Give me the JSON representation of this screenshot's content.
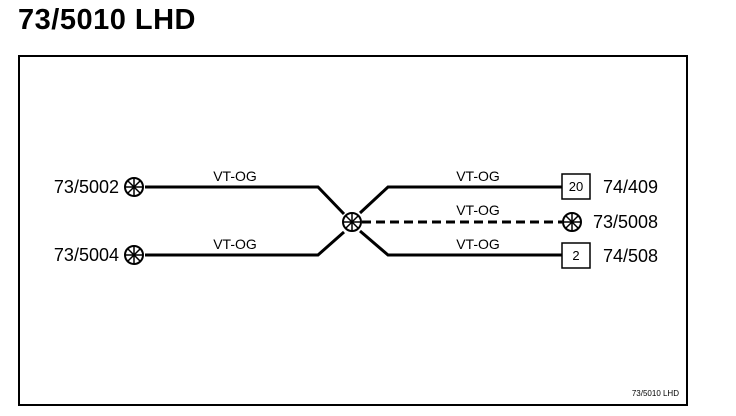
{
  "title": "73/5010 LHD",
  "footer_ref": "73/5010  LHD",
  "connectors": {
    "left_top": "73/5002",
    "left_bottom": "73/5004",
    "right_middle": "73/5008",
    "right_top": "74/409",
    "right_bottom": "74/508"
  },
  "pins": {
    "right_top_box": "20",
    "right_bottom_box": "2"
  },
  "wires": {
    "left_top": "VT-OG",
    "left_bottom": "VT-OG",
    "right_top": "VT-OG",
    "right_middle": "VT-OG",
    "right_bottom": "VT-OG"
  },
  "colors": {
    "line": "#000000",
    "background": "#ffffff"
  },
  "icons": {
    "splice": "splice-star-icon",
    "ground": "ground-star-icon"
  }
}
